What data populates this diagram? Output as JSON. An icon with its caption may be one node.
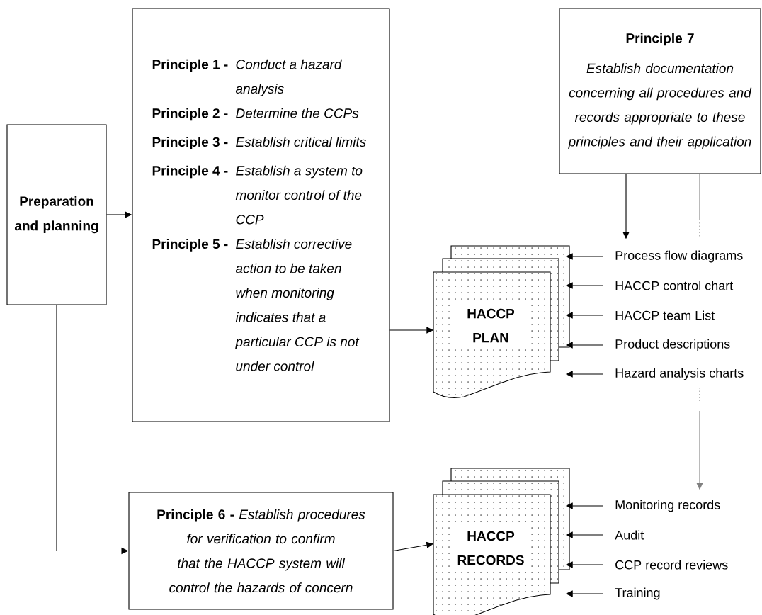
{
  "diagram": {
    "nodes": [
      {
        "text": [
          "Preparation and planning"
        ]
      },
      {
        "text": [
          "Principle 1 -",
          "Conduct a hazard analysis",
          "Principle 2 -",
          "Determine the CCPs",
          "Principle 3 -",
          "Establish critical limits",
          "Principle 4 -",
          "Establish a system to monitor control of the CCP",
          "Principle 5 -",
          "Establish corrective action to be taken when monitoring indicates that a particular CCP is not under control"
        ]
      },
      {
        "text": [
          "Principle 7",
          "Establish documentation concerning all procedures and records appropriate to these principles and their application"
        ]
      },
      {
        "text": [
          "HACCP PLAN"
        ]
      },
      {
        "text": [
          "Principle 6 -",
          "Establish procedures for verification to confirm that the HACCP system will control the hazards of concern"
        ]
      },
      {
        "text": [
          "HACCP RECORDS"
        ]
      },
      {
        "text": [
          "Process flow diagrams"
        ]
      },
      {
        "text": [
          "HACCP control chart"
        ]
      },
      {
        "text": [
          "HACCP team List"
        ]
      },
      {
        "text": [
          "Product descriptions"
        ]
      },
      {
        "text": [
          "Hazard analysis charts"
        ]
      },
      {
        "text": [
          "Monitoring records"
        ]
      },
      {
        "text": [
          "Audit"
        ]
      },
      {
        "text": [
          "CCP record reviews"
        ]
      },
      {
        "text": [
          "Training"
        ]
      }
    ],
    "edges": [
      {
        "from": 0,
        "to": 1,
        "arrow": "to"
      },
      {
        "from": 1,
        "to": 3,
        "arrow": "to"
      },
      {
        "from": 0,
        "to": 4,
        "arrow": "to"
      },
      {
        "from": 4,
        "to": 5,
        "arrow": "to"
      },
      {
        "from": 2,
        "to": 6,
        "arrow": "to"
      },
      {
        "from": 2,
        "to": null,
        "arrow": "none",
        "color": "#808080"
      },
      {
        "from": null,
        "to": 11,
        "arrow": "to",
        "color": "#808080"
      },
      {
        "from": 6,
        "to": 3,
        "arrow": "to"
      },
      {
        "from": 7,
        "to": 3,
        "arrow": "to"
      },
      {
        "from": 8,
        "to": 3,
        "arrow": "to"
      },
      {
        "from": 9,
        "to": 3,
        "arrow": "to"
      },
      {
        "from": 10,
        "to": 3,
        "arrow": "to"
      },
      {
        "from": 11,
        "to": 5,
        "arrow": "to"
      },
      {
        "from": 12,
        "to": 5,
        "arrow": "to"
      },
      {
        "from": 13,
        "to": 5,
        "arrow": "to"
      },
      {
        "from": 14,
        "to": 5,
        "arrow": "to"
      }
    ]
  }
}
